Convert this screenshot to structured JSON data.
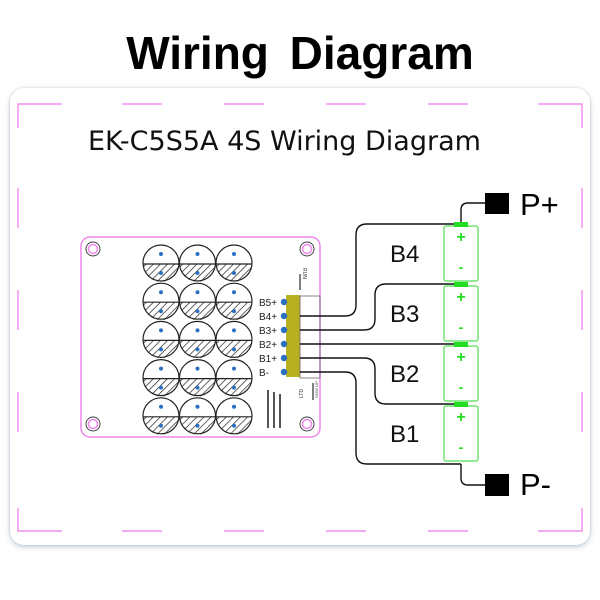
{
  "title": "Wiring  Diagram",
  "diagram": {
    "subtitle": "EK-C5S5A  4S Wiring Diagram",
    "board": {
      "cell_rows": 5,
      "cell_cols": 3,
      "pins": [
        "B5+",
        "B4+",
        "B3+",
        "B2+",
        "B1+",
        "B-"
      ],
      "silk_labels": [
        "RUN",
        "LTD",
        "NOW LIP"
      ],
      "fine_print": "unreadable rotated board text"
    },
    "batteries": [
      {
        "label": "B4",
        "plus": "+",
        "minus": "-"
      },
      {
        "label": "B3",
        "plus": "+",
        "minus": "-"
      },
      {
        "label": "B2",
        "plus": "+",
        "minus": "-"
      },
      {
        "label": "B1",
        "plus": "+",
        "minus": "-"
      }
    ],
    "terminals": {
      "positive": "P+",
      "negative": "P-"
    },
    "wiring": [
      {
        "from": "B4+",
        "to": "B4 +"
      },
      {
        "from": "B3+",
        "to": "B3 +"
      },
      {
        "from": "B2+",
        "to": "B2 +"
      },
      {
        "from": "B1+",
        "to": "B1 +"
      },
      {
        "from": "B-",
        "to": "B1 -"
      },
      {
        "from": "B4 +",
        "to": "P+"
      },
      {
        "from": "B1 -",
        "to": "P-"
      }
    ],
    "colors": {
      "board_outline": "#ee88ee",
      "frame_dash": "#ee77ee",
      "connector": "#b8b020",
      "pin_dot": "#2a6fc0",
      "battery_outline": "#55dd55",
      "battery_terminal": "#22dd22",
      "wire": "#111111"
    }
  }
}
